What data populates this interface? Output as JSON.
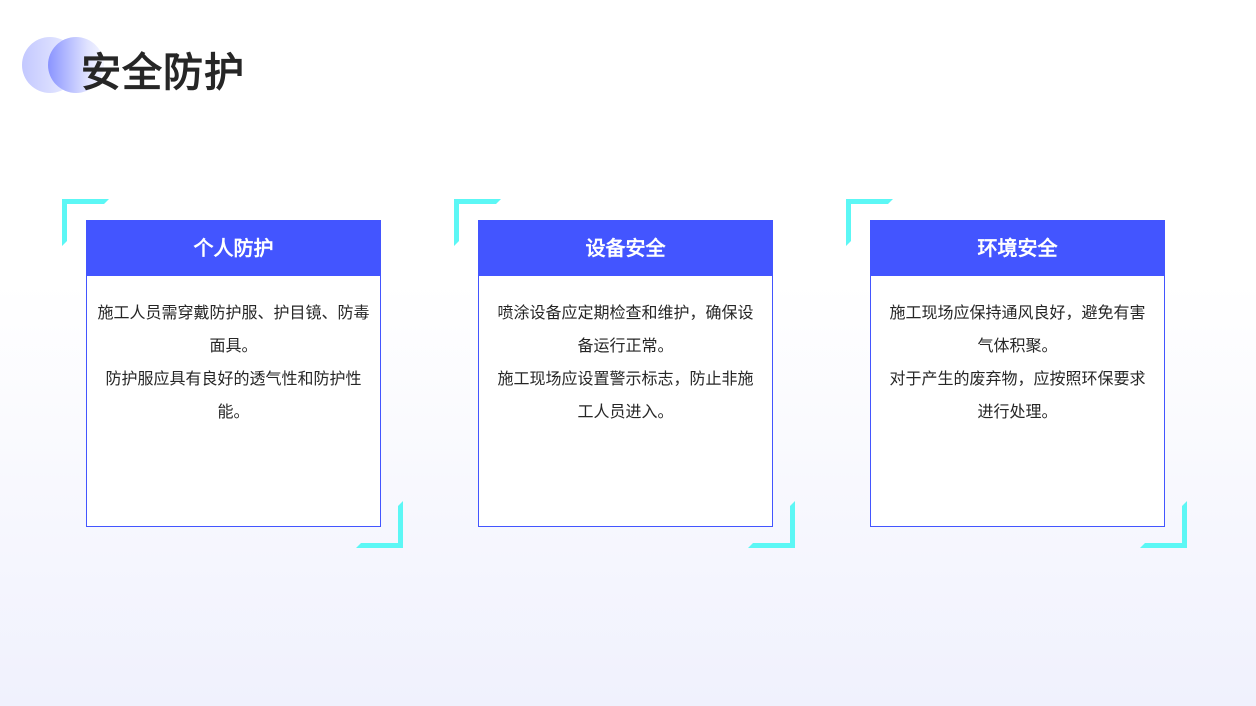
{
  "title": "安全防护",
  "accent": "#4355ff",
  "bracket_color": "#5cf7f5",
  "cards": [
    {
      "heading": "个人防护",
      "paragraphs": [
        "施工人员需穿戴防护服、护目镜、防毒面具。",
        "防护服应具有良好的透气性和防护性能。"
      ]
    },
    {
      "heading": "设备安全",
      "paragraphs": [
        "喷涂设备应定期检查和维护，确保设备运行正常。",
        "施工现场应设置警示标志，防止非施工人员进入。"
      ]
    },
    {
      "heading": "环境安全",
      "paragraphs": [
        "施工现场应保持通风良好，避免有害气体积聚。",
        "对于产生的废弃物，应按照环保要求进行处理。"
      ]
    }
  ]
}
